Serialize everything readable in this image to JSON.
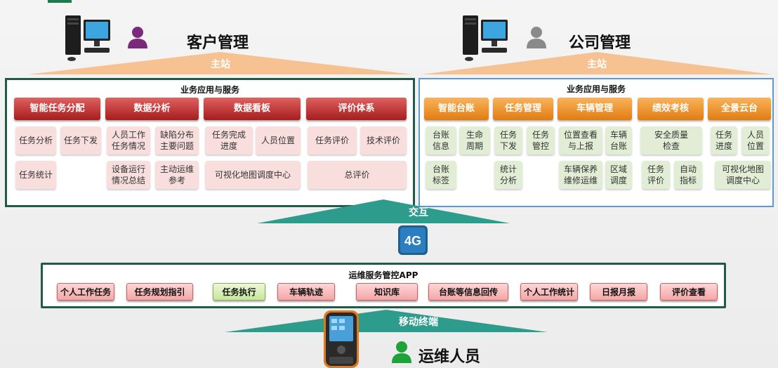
{
  "top_left": {
    "title": "客户管理",
    "host_label": "主站"
  },
  "top_right": {
    "title": "公司管理",
    "host_label": "主站"
  },
  "left_panel": {
    "title": "业务应用与服务",
    "headers": [
      "智能任务分配",
      "数据分析",
      "数据看板",
      "评价体系"
    ],
    "cells": [
      "任务分析",
      "任务下发",
      "人员工作\n任务情况",
      "缺陷分布\n主要问题",
      "任务完成\n进度",
      "人员位置",
      "任务评价",
      "技术评价",
      "任务统计",
      "设备运行\n情况总结",
      "主动运维\n参考",
      "可视化地图调度中心",
      "总评价"
    ]
  },
  "right_panel": {
    "title": "业务应用与服务",
    "headers": [
      "智能台账",
      "任务管理",
      "车辆管理",
      "绩效考核",
      "全景云台"
    ],
    "cells": [
      "台账\n信息",
      "生命\n周期",
      "任务\n下发",
      "任务\n管控",
      "位置查看\n与上报",
      "车辆\n台账",
      "安全质量\n检查",
      "任务\n进度",
      "人员\n位置",
      "台账\n标签",
      "统计\n分析",
      "车辆保养\n维修运维",
      "区域\n调度",
      "任务\n评价",
      "自动\n指标",
      "可视化地图\n调度中心"
    ]
  },
  "interaction_label": "交互",
  "network_badge": "4G",
  "app_panel": {
    "title": "运维服务管控APP",
    "buttons": [
      "个人工作任务",
      "任务规划指引",
      "任务执行",
      "车辆轨迹",
      "知识库",
      "台账等信息回传",
      "个人工作统计",
      "日报月报",
      "评价查看"
    ]
  },
  "mobile_label": "移动终端",
  "operator_label": "运维人员",
  "colors": {
    "dark_green": "#215a48",
    "red_header": "#b52a2a",
    "orange_header": "#ee8a1f",
    "peach_triangle": "#f7c291",
    "teal_triangle": "#2d9c8c",
    "pink_cell": "#f8dedd",
    "green_cell": "#e2edd5",
    "person_purple": "#7b2a7b",
    "person_gray": "#8a8a8a",
    "person_green": "#1ea33a"
  },
  "icons": [
    "desktop-computer-icon",
    "person-icon",
    "4g-badge-icon",
    "handheld-terminal-icon"
  ]
}
